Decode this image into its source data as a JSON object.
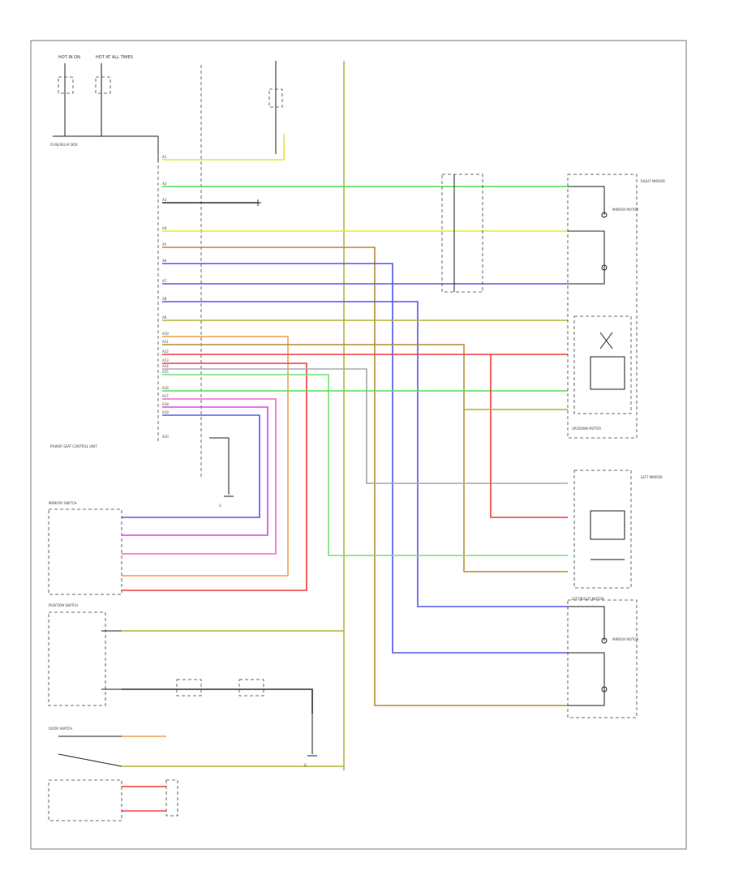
{
  "footer_code": "",
  "components": {
    "power_top": [
      "HOT IN ON",
      "HOT AT ALL TIMES"
    ],
    "fuse_center": "FUSE/RELAY BOX",
    "control_unit": "POWER SEAT CONTROL UNIT",
    "memory_switch": "MEMORY SWITCH",
    "position_switch": "POSITION SWITCH",
    "door_switch": "DOOR SWITCH",
    "right_mirror": "RIGHT MIRROR",
    "left_mirror": "LEFT MIRROR",
    "mirror_motor_r": "MIRROR MOTOR",
    "mirror_motor_l": "MIRROR MOTOR",
    "up_down_motor": "UP/DOWN MOTOR",
    "left_right_motor": "LEFT/RIGHT MOTOR",
    "ground": "G"
  },
  "pin_labels": [
    "A1",
    "A2",
    "A3",
    "A4",
    "A5",
    "A6",
    "A7",
    "A8",
    "A9",
    "A10",
    "A11",
    "A12",
    "A13",
    "A14",
    "A15",
    "A16",
    "A17",
    "A18",
    "A19",
    "A20"
  ],
  "wire_colors": {
    "green": "#55dd55",
    "yellow": "#e6e632",
    "blue": "#5a5aee",
    "olive": "#b3b33c",
    "brown": "#b98c3c",
    "orange": "#f0a050",
    "red": "#ee4444",
    "lightgreen": "#7adf7a",
    "magenta": "#dd44dd",
    "pink": "#ee66cc",
    "gray": "#aaaaaa",
    "lime": "#99dd33"
  }
}
